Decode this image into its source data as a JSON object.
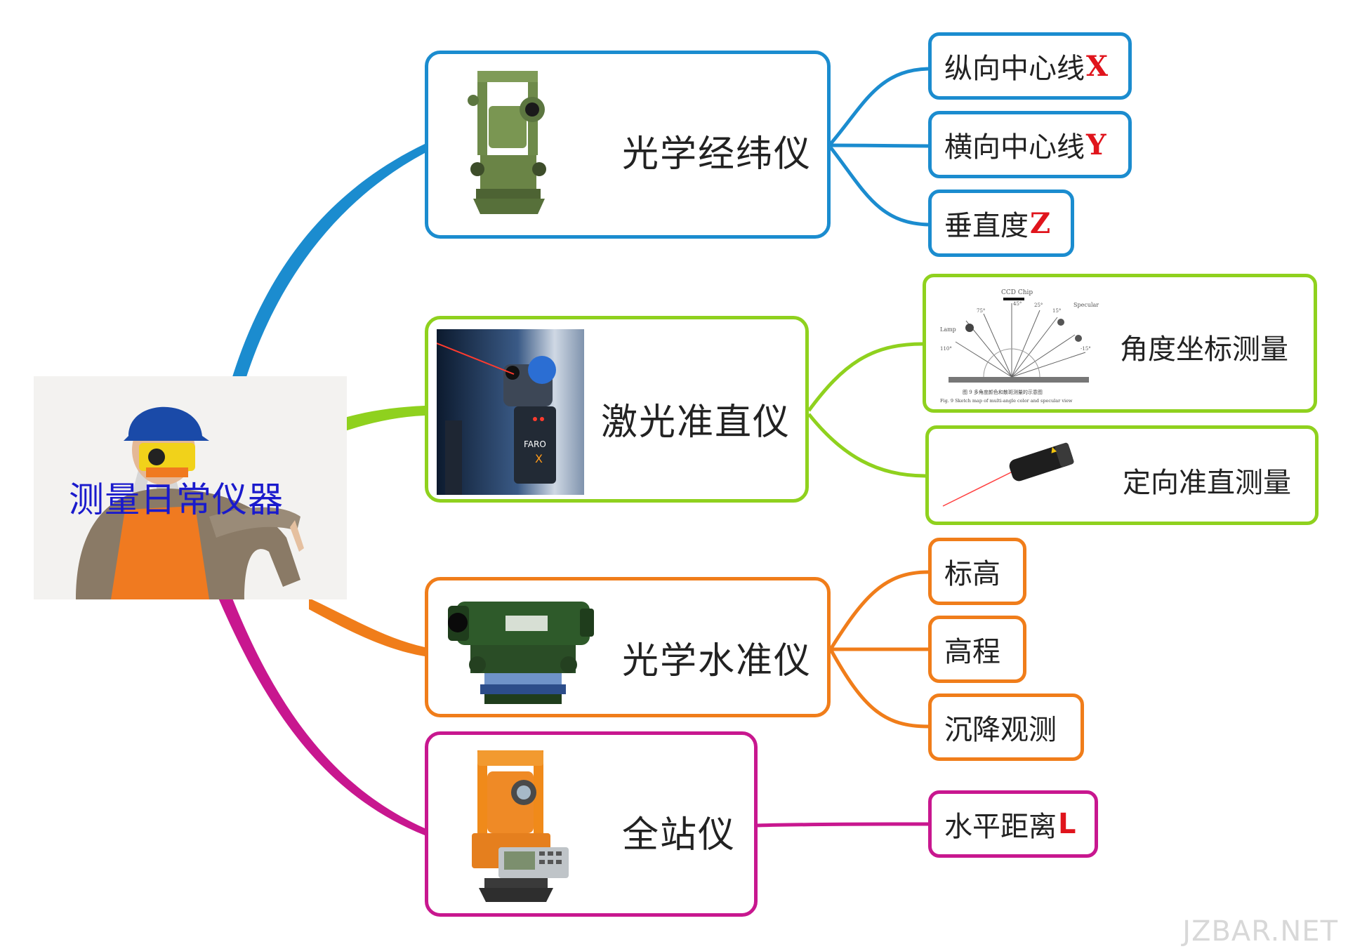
{
  "center": {
    "title": "测量日常仪器"
  },
  "colors": {
    "blue": "#1b8ccf",
    "green": "#8fd11e",
    "orange": "#f07d1a",
    "magenta": "#c8178f",
    "tag_red": "#e0141c"
  },
  "branches": [
    {
      "label": "光学经纬仪",
      "icon": "theodolite-icon",
      "color": "#1b8ccf",
      "leaves": [
        {
          "text": "纵向中心线",
          "tag": "X"
        },
        {
          "text": "横向中心线",
          "tag": "Y"
        },
        {
          "text": "垂直度",
          "tag": "Z"
        }
      ]
    },
    {
      "label": "激光准直仪",
      "icon": "laser-tracker-icon",
      "color": "#8fd11e",
      "leaves": [
        {
          "text": "角度坐标测量",
          "figure": {
            "top": "CCD Chip",
            "caption_cn": "图 9   多角度颜色和散斑测量的示意图",
            "caption_en": "Fig. 9   Sketch map of multi-angle color and specular view",
            "labels": [
              "Lamp",
              "Specular",
              "-15°",
              "15°",
              "25°",
              "45°",
              "75°",
              "110°"
            ]
          }
        },
        {
          "text": "定向准直测量",
          "icon": "laser-pointer-icon"
        }
      ]
    },
    {
      "label": "光学水准仪",
      "icon": "level-icon",
      "color": "#f07d1a",
      "leaves": [
        {
          "text": "标高"
        },
        {
          "text": "高程"
        },
        {
          "text": "沉降观测"
        }
      ]
    },
    {
      "label": "全站仪",
      "icon": "total-station-icon",
      "color": "#c8178f",
      "leaves": [
        {
          "text": "水平距离",
          "tag": "L"
        }
      ]
    }
  ],
  "watermark": "JZBAR.NET"
}
